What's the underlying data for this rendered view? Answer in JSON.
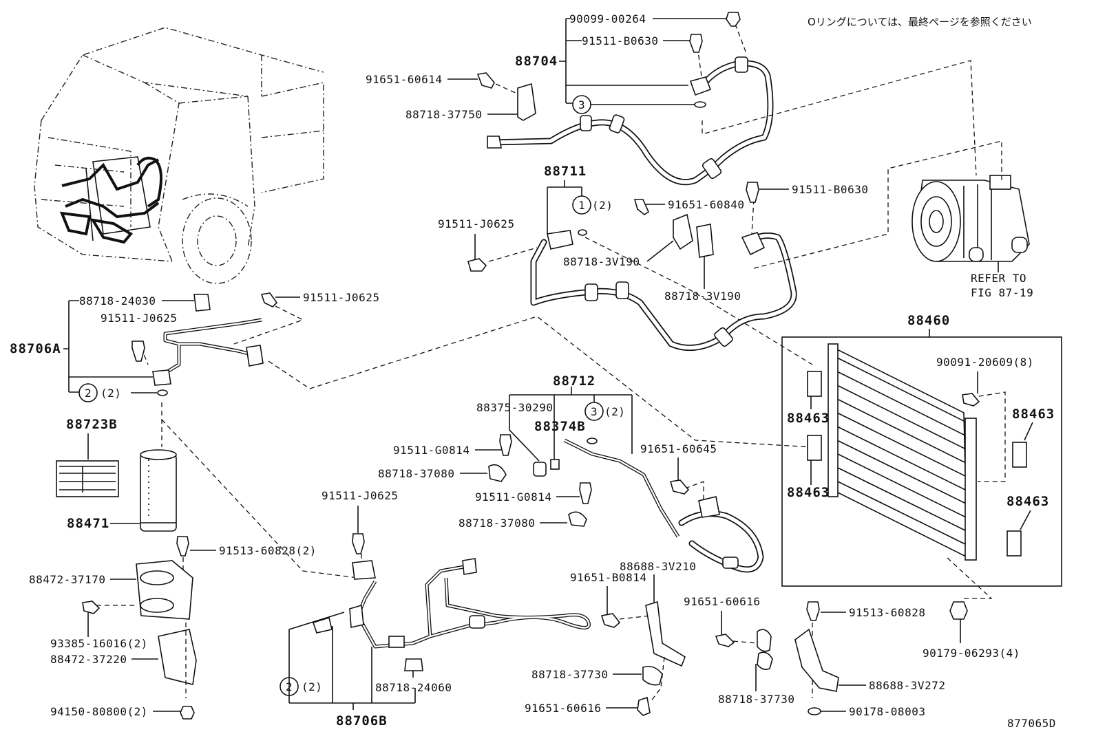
{
  "diagram": {
    "note": "Oリングについては、最終ページを参照ください",
    "figure_code": "877065D",
    "refer_to": [
      "REFER TO",
      "FIG 87-19"
    ],
    "circle_refs": [
      "1",
      "2",
      "3"
    ],
    "labels": {
      "p90099_00264": "90099-00264",
      "p91511_B0630_top": "91511-B0630",
      "p88704": "88704",
      "p91651_60614": "91651-60614",
      "p88718_37750": "88718-37750",
      "p88711": "88711",
      "qty_2_a": "(2)",
      "p91651_60840": "91651-60840",
      "p91511_B0630_right": "91511-B0630",
      "p91511_J0625_mid": "91511-J0625",
      "p88718_3V190_a": "88718-3V190",
      "p88718_3V190_b": "88718-3V190",
      "p88718_24030": "88718-24030",
      "p91511_J0625_right": "91511-J0625",
      "p91511_J0625_left": "91511-J0625",
      "p88706A": "88706A",
      "qty_2_b": "(2)",
      "p88723B": "88723B",
      "p88471": "88471",
      "p88460": "88460",
      "p90091_20609": "90091-20609(8)",
      "p88463_a": "88463",
      "p88463_b": "88463",
      "p88463_c": "88463",
      "p88463_d": "88463",
      "p88712": "88712",
      "p88375_30290": "88375-30290",
      "p88374B": "88374B",
      "qty_2_c": "(2)",
      "p91511_G0814_a": "91511-G0814",
      "p88718_37080_a": "88718-37080",
      "p91651_60645": "91651-60645",
      "p91511_G0814_b": "91511-G0814",
      "p88718_37080_b": "88718-37080",
      "p91511_J0625_low": "91511-J0625",
      "p91513_60828_a": "91513-60828(2)",
      "p88472_37170": "88472-37170",
      "p93385_16016": "93385-16016(2)",
      "p88472_37220": "88472-37220",
      "p94150_80800": "94150-80800(2)",
      "qty_2_d": "(2)",
      "p88706B": "88706B",
      "p88718_24060": "88718-24060",
      "p88688_3V210": "88688-3V210",
      "p91651_B0814": "91651-B0814",
      "p91651_60616_a": "91651-60616",
      "p88718_37730_a": "88718-37730",
      "p91651_60616_b": "91651-60616",
      "p88718_37730_b": "88718-37730",
      "p91513_60828_b": "91513-60828",
      "p88688_3V272": "88688-3V272",
      "p90178_08003": "90178-08003",
      "p90179_06293": "90179-06293(4)"
    }
  }
}
